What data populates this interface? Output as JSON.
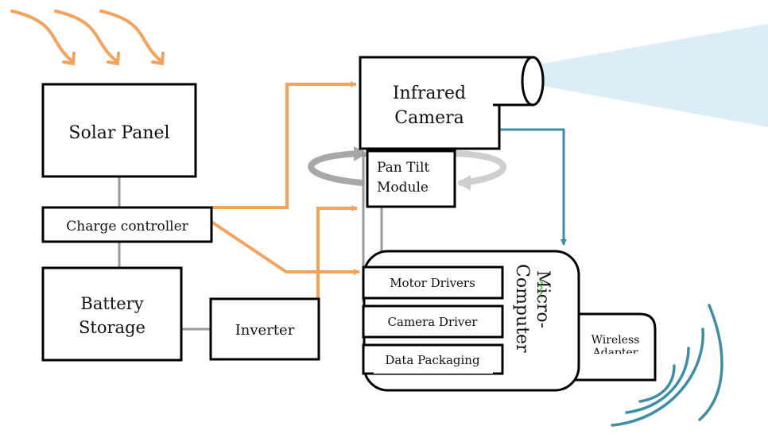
{
  "blocks": {
    "solar_panel": "Solar Panel",
    "charge_controller": "Charge controller",
    "battery_line1": "Battery",
    "battery_line2": "Storage",
    "inverter": "Inverter",
    "camera_line1": "Infrared",
    "camera_line2": "Camera",
    "pantilt_line1": "Pan Tilt",
    "pantilt_line2": "Module",
    "motor_drivers": "Motor Drivers",
    "camera_driver": "Camera Driver",
    "data_packaging": "Data Packaging",
    "micro_line1": "Micro-",
    "micro_line2": "Computer",
    "wireless_line1": "Wireless",
    "wireless_line2": "Adapter"
  },
  "colors": {
    "power": "#f5a25d",
    "signal": "#3d8ea5",
    "mechanical": "#9a9a9a",
    "camera_beam": "#dbeef5",
    "spellcheck": "#3aa02a"
  }
}
